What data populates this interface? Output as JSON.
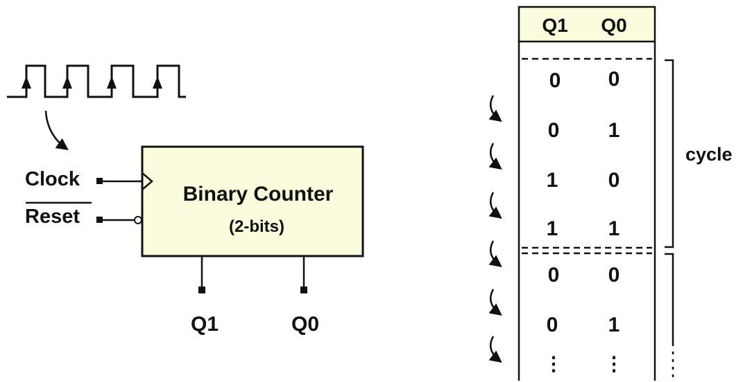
{
  "counter": {
    "title": "Binary Counter",
    "subtitle": "(2-bits)",
    "fill": "#fbfbdd"
  },
  "inputs": {
    "clock": "Clock",
    "reset": "Reset"
  },
  "outputs": {
    "q1": "Q1",
    "q0": "Q0"
  },
  "table": {
    "header_fill": "#fbfbdd",
    "headers": [
      "Q1",
      "Q0"
    ],
    "rows": [
      [
        "0",
        "0"
      ],
      [
        "0",
        "1"
      ],
      [
        "1",
        "0"
      ],
      [
        "1",
        "1"
      ],
      [
        "0",
        "0"
      ],
      [
        "0",
        "1"
      ],
      [
        "⋮",
        "⋮"
      ]
    ],
    "cycle_label": "cycle"
  }
}
